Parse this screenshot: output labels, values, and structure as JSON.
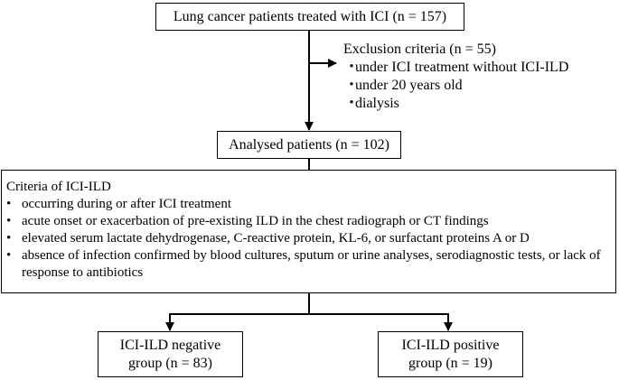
{
  "top_box": {
    "text": "Lung cancer patients treated with ICI (n = 157)"
  },
  "exclusion": {
    "title": "Exclusion criteria (n = 55)",
    "items": [
      "under ICI treatment without ICI-ILD",
      "under 20 years old",
      "dialysis"
    ]
  },
  "analysed_box": {
    "text": "Analysed patients (n = 102)"
  },
  "criteria": {
    "title": "Criteria of ICI-ILD",
    "items": [
      "occurring during or after ICI treatment",
      "acute onset or exacerbation of pre-existing ILD in the chest radiograph or CT findings",
      "elevated serum lactate dehydrogenase, C-reactive protein, KL-6, or surfactant proteins A or D",
      "absence of infection confirmed by blood cultures, sputum or urine analyses, serodiagnostic tests, or lack of response to antibiotics"
    ]
  },
  "negative_group": {
    "text": "ICI-ILD negative\ngroup (n = 83)"
  },
  "positive_group": {
    "text": "ICI-ILD positive\ngroup (n = 19)"
  }
}
